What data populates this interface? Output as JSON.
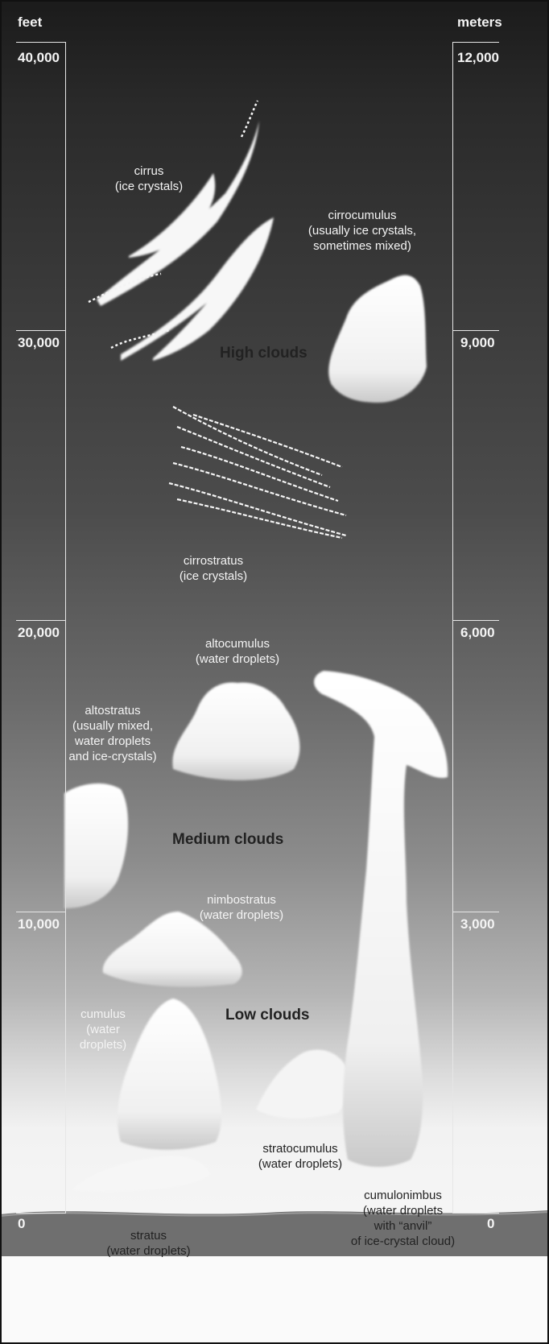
{
  "axis": {
    "left_unit": "feet",
    "right_unit": "meters",
    "feet_ticks": [
      "40,000",
      "30,000",
      "20,000",
      "10,000",
      "0"
    ],
    "meter_ticks": [
      "12,000",
      "9,000",
      "6,000",
      "3,000",
      "0"
    ]
  },
  "groups": {
    "high": "High clouds",
    "medium": "Medium clouds",
    "low": "Low clouds"
  },
  "clouds": {
    "cirrus": [
      "cirrus",
      "(ice crystals)"
    ],
    "cirrocumulus": [
      "cirrocumulus",
      "(usually ice crystals,",
      "sometimes mixed)"
    ],
    "cirrostratus": [
      "cirrostratus",
      "(ice crystals)"
    ],
    "altocumulus": [
      "altocumulus",
      "(water droplets)"
    ],
    "altostratus": [
      "altostratus",
      "(usually mixed,",
      "water droplets",
      "and ice-crystals)"
    ],
    "nimbostratus": [
      "nimbostratus",
      "(water droplets)"
    ],
    "cumulus": [
      "cumulus",
      "(water",
      "droplets)"
    ],
    "stratocumulus": [
      "stratocumulus",
      "(water droplets)"
    ],
    "stratus": [
      "stratus",
      "(water droplets)"
    ],
    "cumulonimbus": [
      "cumulonimbus",
      "(water droplets",
      "with “anvil”",
      "of ice-crystal cloud)"
    ]
  }
}
